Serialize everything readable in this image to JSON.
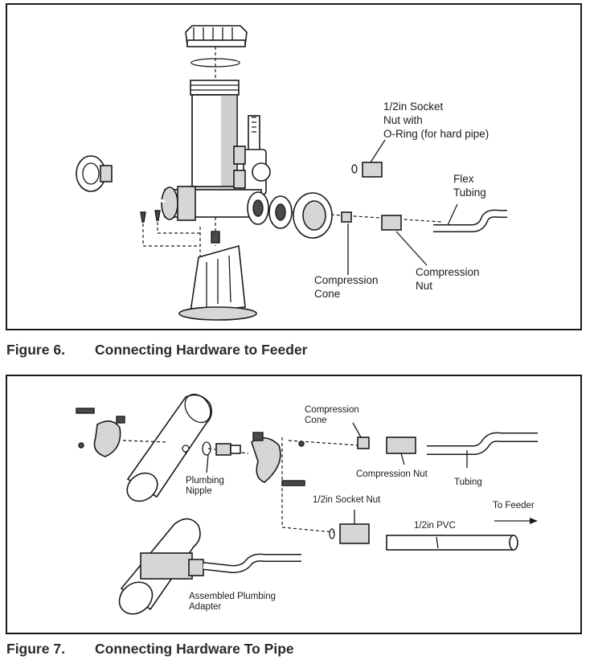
{
  "figure6": {
    "caption_number": "Figure 6.",
    "caption_title": "Connecting Hardware to Feeder",
    "labels": {
      "socket_nut": "1/2in Socket\nNut with\nO-Ring (for hard pipe)",
      "flex_tubing": "Flex\nTubing",
      "compression_cone": "Compression\nCone",
      "compression_nut": "Compression\nNut"
    }
  },
  "figure7": {
    "caption_number": "Figure 7.",
    "caption_title": "Connecting Hardware To Pipe",
    "labels": {
      "compression_cone": "Compression\nCone",
      "compression_nut": "Compression Nut",
      "tubing": "Tubing",
      "plumbing_nipple": "Plumbing\nNipple",
      "socket_nut": "1/2in Socket Nut",
      "to_feeder": "To Feeder",
      "pvc": "1/2in PVC",
      "assembled_adapter": "Assembled Plumbing\nAdapter"
    }
  }
}
